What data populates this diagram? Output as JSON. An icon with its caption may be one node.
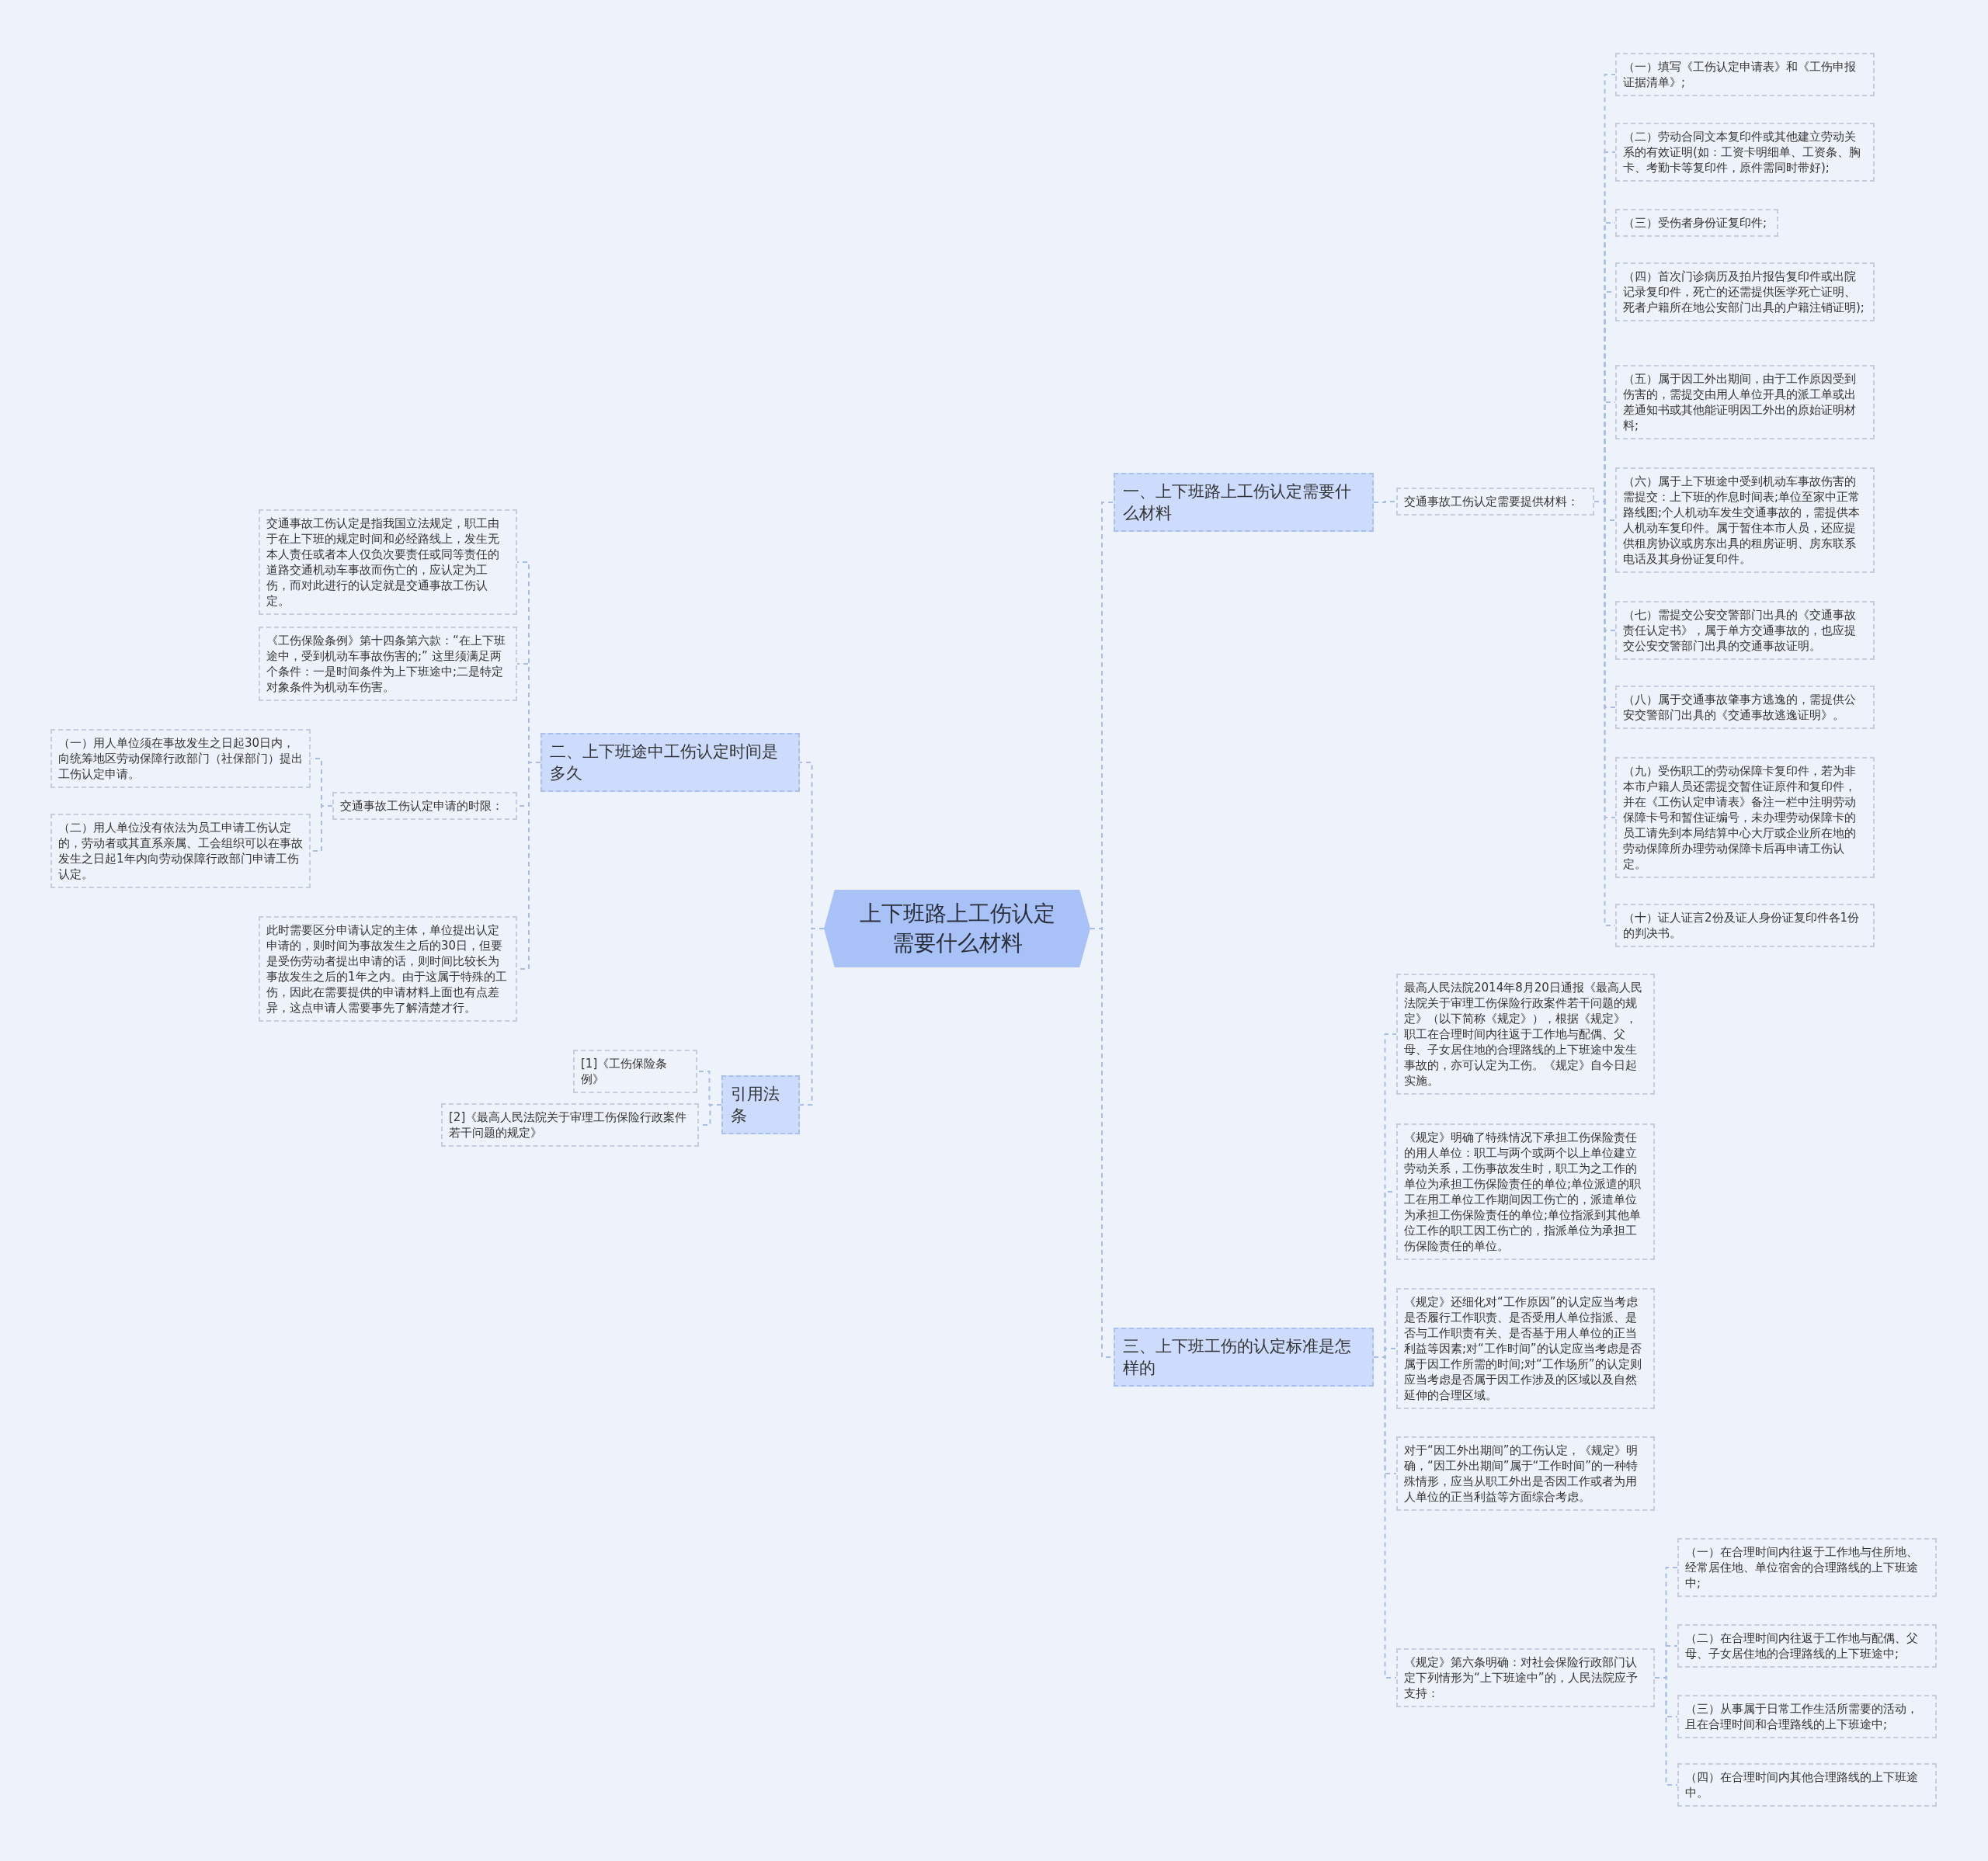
{
  "diagram": {
    "nodes": [
      {
        "text": [
          "上下班路上工伤认定需要什么材料"
        ]
      },
      {
        "text": [
          "一、上下班路上工伤认定需要什么材料"
        ]
      },
      {
        "text": [
          "交通事故工伤认定需要提供材料："
        ]
      },
      {
        "text": [
          "（一）填写《工伤认定申请表》和《工伤申报证据清单》;"
        ]
      },
      {
        "text": [
          "（二）劳动合同文本复印件或其他建立劳动关系的有效证明(如：工资卡明细单、工资条、胸卡、考勤卡等复印件，原件需同时带好);"
        ]
      },
      {
        "text": [
          "（三）受伤者身份证复印件;"
        ]
      },
      {
        "text": [
          "（四）首次门诊病历及拍片报告复印件或出院记录复印件，死亡的还需提供医学死亡证明、死者户籍所在地公安部门出具的户籍注销证明);"
        ]
      },
      {
        "text": [
          "（五）属于因工外出期间，由于工作原因受到伤害的，需提交由用人单位开具的派工单或出差通知书或其他能证明因工外出的原始证明材料;"
        ]
      },
      {
        "text": [
          "（六）属于上下班途中受到机动车事故伤害的需提交：上下班的作息时间表;单位至家中正常路线图;个人机动车发生交通事故的，需提供本人机动车复印件。属于暂住本市人员，还应提供租房协议或房东出具的租房证明、房东联系电话及其身份证复印件。"
        ]
      },
      {
        "text": [
          "（七）需提交公安交警部门出具的《交通事故责任认定书》，属于单方交通事故的，也应提交公安交警部门出具的交通事故证明。"
        ]
      },
      {
        "text": [
          "（八）属于交通事故肇事方逃逸的，需提供公安交警部门出具的《交通事故逃逸证明》。"
        ]
      },
      {
        "text": [
          "（九）受伤职工的劳动保障卡复印件，若为非本市户籍人员还需提交暂住证原件和复印件，并在《工伤认定申请表》备注一栏中注明劳动保障卡号和暂住证编号，未办理劳动保障卡的员工请先到本局结算中心大厅或企业所在地的劳动保障所办理劳动保障卡后再申请工伤认定。"
        ]
      },
      {
        "text": [
          "（十）证人证言2份及证人身份证复印件各1份的判决书。"
        ]
      },
      {
        "text": [
          "二、上下班途中工伤认定时间是多久"
        ]
      },
      {
        "text": [
          "交通事故工伤认定是指我国立法规定，职工由于在上下班的规定时间和必经路线上，发生无本人责任或者本人仅负次要责任或同等责任的道路交通机动车事故而伤亡的，应认定为工伤，而对此进行的认定就是交通事故工伤认定。"
        ]
      },
      {
        "text": [
          "《工伤保险条例》第十四条第六款：“在上下班途中，受到机动车事故伤害的;” 这里须满足两个条件：一是时间条件为上下班途中;二是特定对象条件为机动车伤害。"
        ]
      },
      {
        "text": [
          "交通事故工伤认定申请的时限："
        ]
      },
      {
        "text": [
          "（一）用人单位须在事故发生之日起30日内，向统筹地区劳动保障行政部门（社保部门）提出工伤认定申请。"
        ]
      },
      {
        "text": [
          "（二）用人单位没有依法为员工申请工伤认定的，劳动者或其直系亲属、工会组织可以在事故发生之日起1年内向劳动保障行政部门申请工伤认定。"
        ]
      },
      {
        "text": [
          "此时需要区分申请认定的主体，单位提出认定申请的，则时间为事故发生之后的30日，但要是受伤劳动者提出申请的话，则时间比较长为事故发生之后的1年之内。由于这属于特殊的工伤，因此在需要提供的申请材料上面也有点差异，这点申请人需要事先了解清楚才行。"
        ]
      },
      {
        "text": [
          "引用法条"
        ]
      },
      {
        "text": [
          "[1]《工伤保险条例》"
        ]
      },
      {
        "text": [
          "[2]《最高人民法院关于审理工伤保险行政案件若干问题的规定》"
        ]
      },
      {
        "text": [
          "三、上下班工伤的认定标准是怎样的"
        ]
      },
      {
        "text": [
          "最高人民法院2014年8月20日通报《最高人民法院关于审理工伤保险行政案件若干问题的规定》（以下简称《规定》），根据《规定》，职工在合理时间内往返于工作地与配偶、父母、子女居住地的合理路线的上下班途中发生事故的，亦可认定为工伤。《规定》自今日起实施。"
        ]
      },
      {
        "text": [
          "《规定》明确了特殊情况下承担工伤保险责任的用人单位：职工与两个或两个以上单位建立劳动关系，工伤事故发生时，职工为之工作的单位为承担工伤保险责任的单位;单位派遣的职工在用工单位工作期间因工伤亡的，派遣单位为承担工伤保险责任的单位;单位指派到其他单位工作的职工因工伤亡的，指派单位为承担工伤保险责任的单位。"
        ]
      },
      {
        "text": [
          "《规定》还细化对“工作原因”的认定应当考虑是否履行工作职责、是否受用人单位指派、是否与工作职责有关、是否基于用人单位的正当利益等因素;对“工作时间”的认定应当考虑是否属于因工作所需的时间;对“工作场所”的认定则应当考虑是否属于因工作涉及的区域以及自然延伸的合理区域。"
        ]
      },
      {
        "text": [
          "对于“因工外出期间”的工伤认定，《规定》明确，“因工外出期间”属于“工作时间”的一种特殊情形，应当从职工外出是否因工作或者为用人单位的正当利益等方面综合考虑。"
        ]
      },
      {
        "text": [
          "《规定》第六条明确：对社会保险行政部门认定下列情形为“上下班途中”的，人民法院应予支持："
        ]
      },
      {
        "text": [
          "（一）在合理时间内往返于工作地与住所地、经常居住地、单位宿舍的合理路线的上下班途中;"
        ]
      },
      {
        "text": [
          "（二）在合理时间内往返于工作地与配偶、父母、子女居住地的合理路线的上下班途中;"
        ]
      },
      {
        "text": [
          "（三）从事属于日常工作生活所需要的活动，且在合理时间和合理路线的上下班途中;"
        ]
      },
      {
        "text": [
          "（四）在合理时间内其他合理路线的上下班途中。"
        ]
      }
    ],
    "edges": [
      {
        "from": 0,
        "to": 1,
        "arrow": "none"
      },
      {
        "from": 1,
        "to": 2,
        "arrow": "none"
      },
      {
        "from": 2,
        "to": 3,
        "arrow": "none"
      },
      {
        "from": 2,
        "to": 4,
        "arrow": "none"
      },
      {
        "from": 2,
        "to": 5,
        "arrow": "none"
      },
      {
        "from": 2,
        "to": 6,
        "arrow": "none"
      },
      {
        "from": 2,
        "to": 7,
        "arrow": "none"
      },
      {
        "from": 2,
        "to": 8,
        "arrow": "none"
      },
      {
        "from": 2,
        "to": 9,
        "arrow": "none"
      },
      {
        "from": 2,
        "to": 10,
        "arrow": "none"
      },
      {
        "from": 2,
        "to": 11,
        "arrow": "none"
      },
      {
        "from": 2,
        "to": 12,
        "arrow": "none"
      },
      {
        "from": 0,
        "to": 13,
        "arrow": "none"
      },
      {
        "from": 13,
        "to": 14,
        "arrow": "none"
      },
      {
        "from": 13,
        "to": 15,
        "arrow": "none"
      },
      {
        "from": 13,
        "to": 16,
        "arrow": "none"
      },
      {
        "from": 16,
        "to": 17,
        "arrow": "none"
      },
      {
        "from": 16,
        "to": 18,
        "arrow": "none"
      },
      {
        "from": 13,
        "to": 19,
        "arrow": "none"
      },
      {
        "from": 0,
        "to": 20,
        "arrow": "none"
      },
      {
        "from": 20,
        "to": 21,
        "arrow": "none"
      },
      {
        "from": 20,
        "to": 22,
        "arrow": "none"
      },
      {
        "from": 0,
        "to": 23,
        "arrow": "none"
      },
      {
        "from": 23,
        "to": 24,
        "arrow": "none"
      },
      {
        "from": 23,
        "to": 25,
        "arrow": "none"
      },
      {
        "from": 23,
        "to": 26,
        "arrow": "none"
      },
      {
        "from": 23,
        "to": 27,
        "arrow": "none"
      },
      {
        "from": 23,
        "to": 28,
        "arrow": "none"
      },
      {
        "from": 28,
        "to": 29,
        "arrow": "none"
      },
      {
        "from": 28,
        "to": 30,
        "arrow": "none"
      },
      {
        "from": 28,
        "to": 31,
        "arrow": "none"
      },
      {
        "from": 28,
        "to": 32,
        "arrow": "none"
      }
    ]
  }
}
